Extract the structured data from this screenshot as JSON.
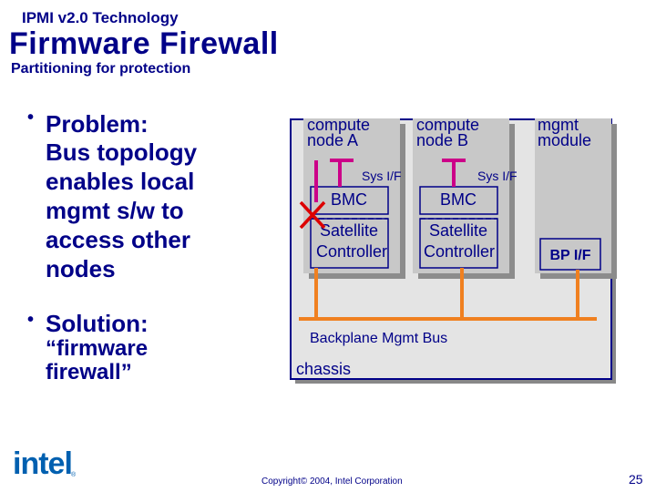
{
  "header": {
    "technology": "IPMI v2.0 Technology",
    "title": "Firmware Firewall",
    "subtitle": "Partitioning for protection"
  },
  "bullets": [
    {
      "label": "Problem:",
      "text": "Bus topology\nenables local\nmgmt s/w to\naccess other\nnodes"
    },
    {
      "label": "Solution:",
      "text": "“firmware\nfirewall”"
    }
  ],
  "diagram": {
    "node_a": {
      "line1": "compute",
      "line2": "node A",
      "sys_if": "Sys I/F",
      "bmc": "BMC",
      "sat1": "Satellite",
      "sat2": "Controller"
    },
    "node_b": {
      "line1": "compute",
      "line2": "node B",
      "sys_if": "Sys I/F",
      "bmc": "BMC",
      "sat1": "Satellite",
      "sat2": "Controller"
    },
    "mgmt": {
      "line1": "mgmt",
      "line2": "module",
      "bp_if": "BP I/F"
    },
    "bus_label": "Backplane Mgmt Bus",
    "chassis_label": "chassis",
    "colors": {
      "navy": "#000088",
      "gray": "#c8c8c8",
      "bus": "#f08020",
      "magenta": "#cc0088",
      "cross": "#dd0000"
    }
  },
  "footer": {
    "logo": "intel",
    "copyright": "Copyright© 2004, Intel Corporation",
    "page": "25"
  }
}
